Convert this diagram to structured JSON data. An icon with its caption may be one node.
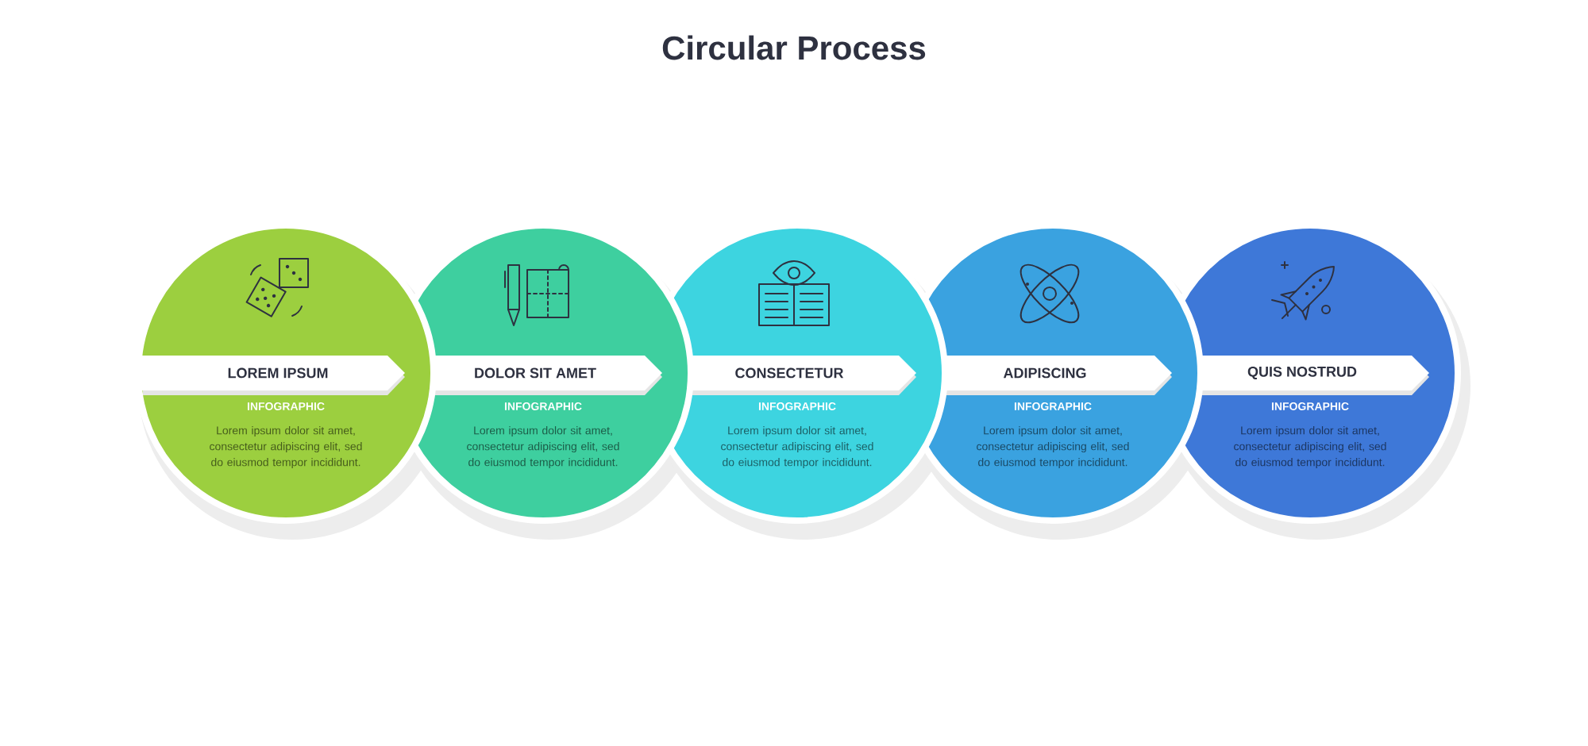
{
  "diagram": {
    "title": "Circular Process",
    "nodes": [
      {
        "text": [
          "LOREM IPSUM",
          "INFOGRAPHIC",
          "Lorem ipsum dolor sit amet, consectetur adipiscing elit, sed do eiusmod tempor incididunt."
        ]
      },
      {
        "text": [
          "DOLOR SIT AMET",
          "INFOGRAPHIC",
          "Lorem ipsum dolor sit amet, consectetur adipiscing elit, sed do eiusmod tempor incididunt."
        ]
      },
      {
        "text": [
          "CONSECTETUR",
          "INFOGRAPHIC",
          "Lorem ipsum dolor sit amet, consectetur adipiscing elit, sed do eiusmod tempor incididunt."
        ]
      },
      {
        "text": [
          "ADIPISCING",
          "INFOGRAPHIC",
          "Lorem ipsum dolor sit amet, consectetur adipiscing elit, sed do eiusmod tempor incididunt."
        ]
      },
      {
        "text": [
          "QUIS NOSTRUD",
          "INFOGRAPHIC",
          "Lorem ipsum dolor sit amet, consectetur adipiscing elit, sed do eiusmod tempor incididunt."
        ]
      }
    ]
  }
}
